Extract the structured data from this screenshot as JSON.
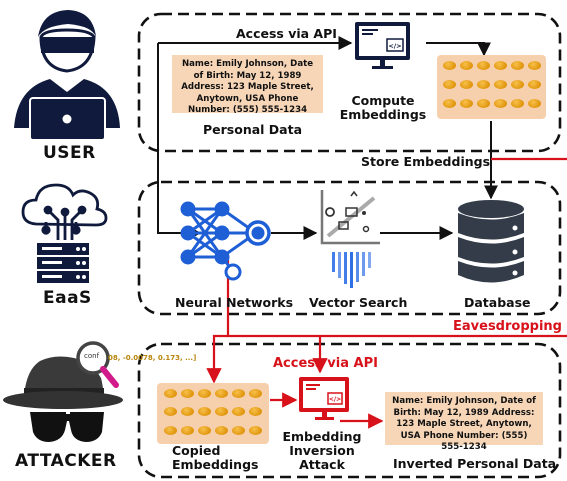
{
  "roles": {
    "user": "USER",
    "eaas": "EaaS",
    "attacker": "ATTACKER"
  },
  "user_panel": {
    "access_via_api": "Access via API",
    "personal_data_card": "Name: Emily Johnson, Date of Birth: May 12, 1989 Address: 123 Maple Street, Anytown, USA Phone Number: (555) 555-1234",
    "personal_data_label": "Personal Data",
    "compute_embeddings_label": "Compute Embeddings",
    "store_embeddings_label": "Store Embeddings"
  },
  "eaas_panel": {
    "neural_networks_label": "Neural Networks",
    "vector_search_label": "Vector Search",
    "database_label": "Database"
  },
  "attack": {
    "eavesdropping_label": "Eavesdropping",
    "access_via_api_label": "Access via API",
    "leaked_vector_text": "08, -0.0078, 0.173, ...]",
    "magnifier_text": "conf",
    "copied_embeddings_label": "Copied Embeddings",
    "embedding_inversion_label": "Embedding Inversion Attack",
    "inverted_card": "Name: Emily Johnson, Date of Birth: May 12, 1989 Address: 123 Maple Street, Anytown, USA Phone Number: (555) 555-1234",
    "inverted_label": "Inverted Personal Data"
  },
  "colors": {
    "attack_red": "#d8121a",
    "icon_navy": "#101a3c",
    "network_blue": "#1f5fd6",
    "card_peach": "#f7d6b8",
    "bead_orange": "#e8a21a",
    "database_dark": "#343c4a"
  }
}
